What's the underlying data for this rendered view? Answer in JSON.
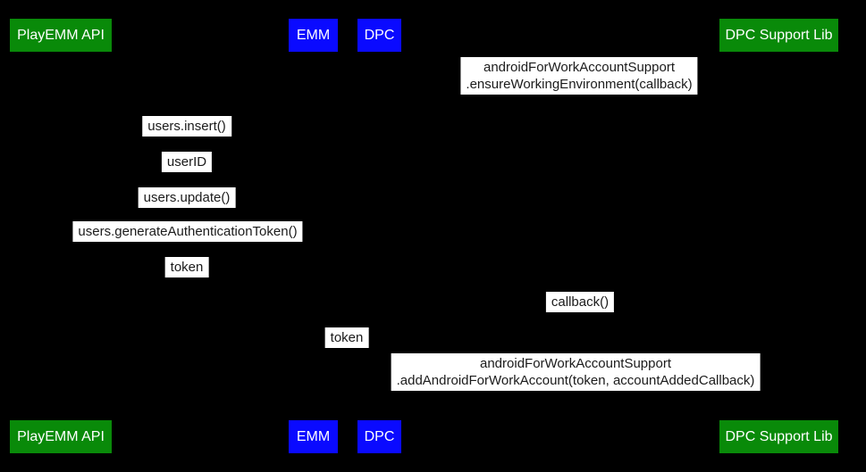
{
  "colors": {
    "background": "#000000",
    "actor_green": "#098A09",
    "actor_blue": "#0A0AFF",
    "actor_text": "#FFFFFF",
    "label_bg": "#FFFFFF",
    "label_text": "#1B1B1B"
  },
  "participants": [
    {
      "label": "PlayEMM API",
      "color": "green"
    },
    {
      "label": "EMM",
      "color": "blue"
    },
    {
      "label": "DPC",
      "color": "blue"
    },
    {
      "label": "DPC Support Lib",
      "color": "green"
    }
  ],
  "messages": [
    {
      "lines": [
        "androidForWorkAccountSupport",
        ".ensureWorkingEnvironment(callback)"
      ]
    },
    {
      "lines": [
        "users.insert()"
      ]
    },
    {
      "lines": [
        "userID"
      ]
    },
    {
      "lines": [
        "users.update()"
      ]
    },
    {
      "lines": [
        "users.generateAuthenticationToken()"
      ]
    },
    {
      "lines": [
        "token"
      ]
    },
    {
      "lines": [
        "callback()"
      ]
    },
    {
      "lines": [
        "token"
      ]
    },
    {
      "lines": [
        "androidForWorkAccountSupport",
        ".addAndroidForWorkAccount(token, accountAddedCallback)"
      ]
    }
  ]
}
